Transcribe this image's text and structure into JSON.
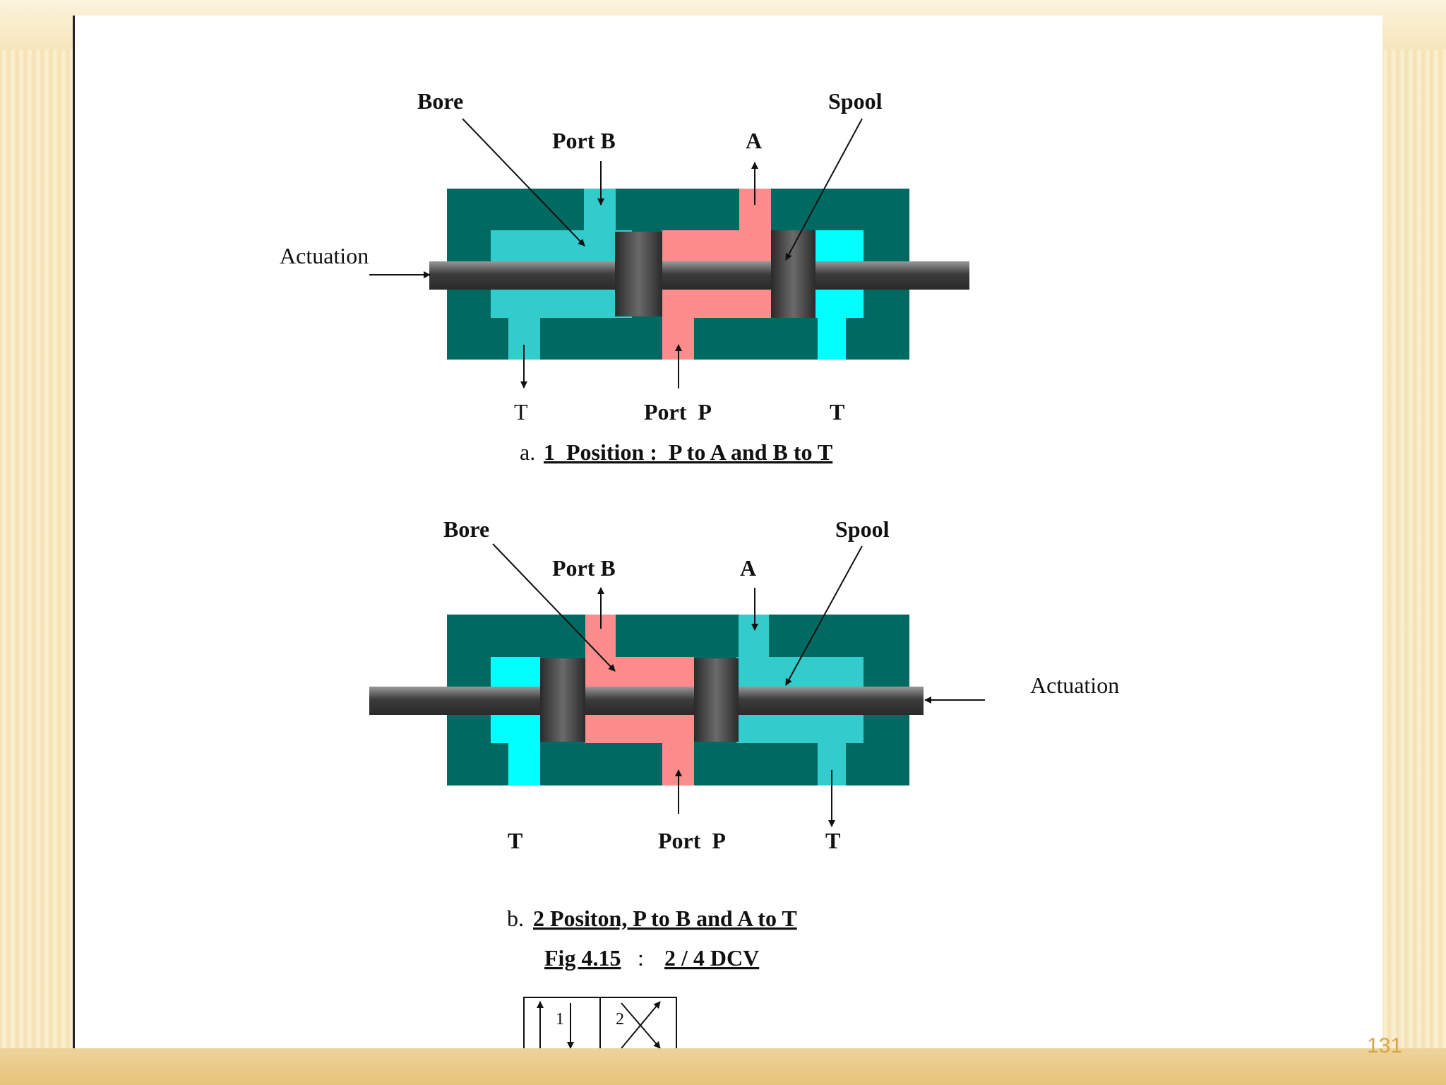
{
  "diagram_a": {
    "label_bore": "Bore",
    "label_spool": "Spool",
    "label_port_b": "Port B",
    "label_a": "A",
    "label_actuation": "Actuation",
    "label_t_left": "T",
    "label_port_p": "Port  P",
    "label_t_right": "T",
    "caption_prefix": "a.",
    "caption": "1  Position :  P to A and B to T"
  },
  "diagram_b": {
    "label_bore": "Bore",
    "label_spool": "Spool",
    "label_port_b": "Port B",
    "label_a": "A",
    "label_actuation": "Actuation",
    "label_t_left": "T",
    "label_port_p": "Port  P",
    "label_t_right": "T",
    "caption_prefix": "b.",
    "caption": "2 Positon, P to B and A to T"
  },
  "figure": {
    "fig_label": "Fig 4.15",
    "fig_sep": ":",
    "fig_title": "2 / 4 DCV"
  },
  "symbol": {
    "box1_label": "1",
    "box2_label": "2"
  },
  "slide_number": "131",
  "colors": {
    "body": "#006a62",
    "cyan_light": "#33cccc",
    "cyan_bright": "#00ffff",
    "pink": "#ff8c8c",
    "spool": "#3a3a3a"
  }
}
